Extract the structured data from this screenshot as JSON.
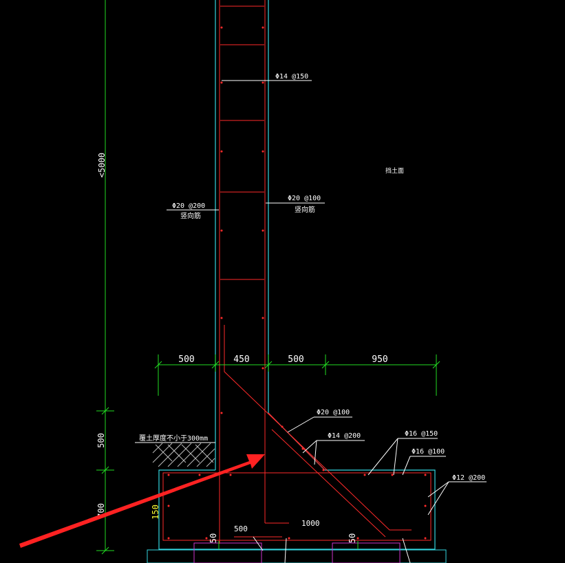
{
  "colors": {
    "background": "#000000",
    "rebar": "#ff2a2a",
    "concrete_outline": "#33d6e0",
    "dimension": "#22dd22",
    "leader": "#ffffff",
    "text": "#ffffff",
    "accent_text": "#ffff33",
    "pile": "#cc33cc",
    "arrow": "#ff2222"
  },
  "labels": {
    "rebar_top": "Φ14 @150",
    "soil_face": "挡土面",
    "rebar_vert_left": "Φ20 @200",
    "rebar_vert_left_sub": "竖向筋",
    "rebar_vert_right": "Φ20 @100",
    "rebar_vert_right_sub": "竖向筋",
    "haunch_main": "Φ20 @100",
    "haunch_dist": "Φ14 @200",
    "base_top_1": "Φ16 @150",
    "base_top_2": "Φ16 @100",
    "base_side": "Φ12 @200",
    "cover_soil": "覆土厚度不小于300mm",
    "inner_500": "500",
    "inner_1000": "1000"
  },
  "dimensions": {
    "height_total": "<5000",
    "horizontal": [
      "500",
      "450",
      "500",
      "950"
    ],
    "left_500": "500",
    "left_700": "700",
    "base_150": "150",
    "base_50_a": "50",
    "base_50_b": "50"
  }
}
